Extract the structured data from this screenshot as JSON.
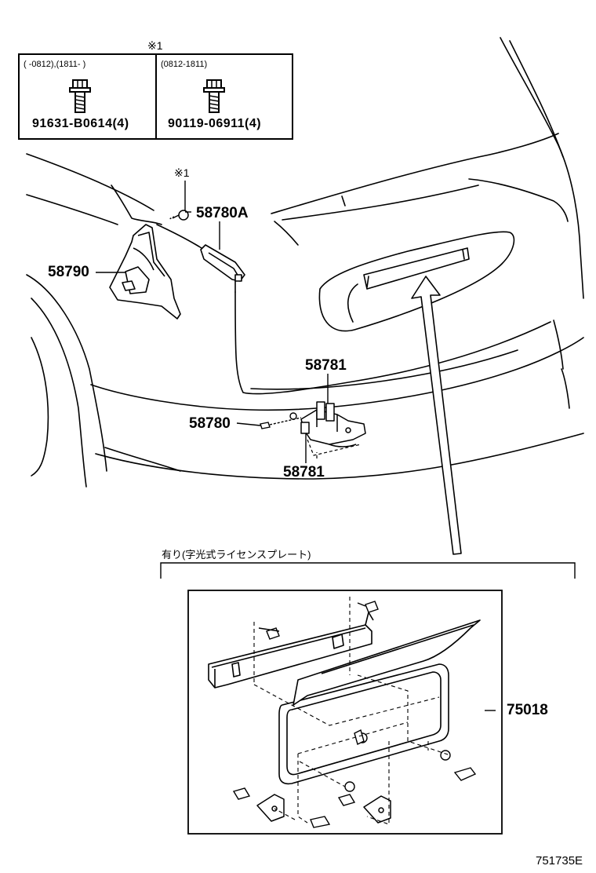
{
  "note_mark": "※1",
  "table": {
    "cells": [
      {
        "range": "(     -0812),(1811-      )",
        "part_no": "91631-B0614(4)",
        "icon": "hex-flange-bolt-icon"
      },
      {
        "range": "(0812-1811)",
        "part_no": "90119-06911(4)",
        "icon": "hex-flange-bolt-icon"
      }
    ]
  },
  "callouts": {
    "bolt_note": "※1",
    "bracket_a": "58780A",
    "cover": "58790",
    "clip_upper": "58781",
    "bracket": "58780",
    "clip_lower": "58781",
    "license_plate_assy": "75018"
  },
  "optional_label": "有り(字光式ライセンスプレート)",
  "diagram_id": "751735E"
}
